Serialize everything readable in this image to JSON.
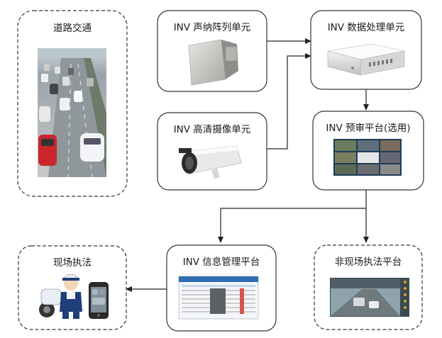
{
  "nodes": {
    "road_traffic": {
      "label": "道路交通"
    },
    "acoustic_array": {
      "label": "INV 声纳阵列单元"
    },
    "data_processing": {
      "label": "INV 数据处理单元"
    },
    "hd_camera": {
      "label": "INV 高清摄像单元"
    },
    "pre_review": {
      "label": "INV 预审平台(选用)"
    },
    "info_management": {
      "label": "INV 信息管理平台"
    },
    "on_site_enforcement": {
      "label": "现场执法"
    },
    "off_site_enforcement": {
      "label": "非现场执法平台"
    }
  },
  "colors": {
    "border": "#333333",
    "arrow": "#222222"
  }
}
